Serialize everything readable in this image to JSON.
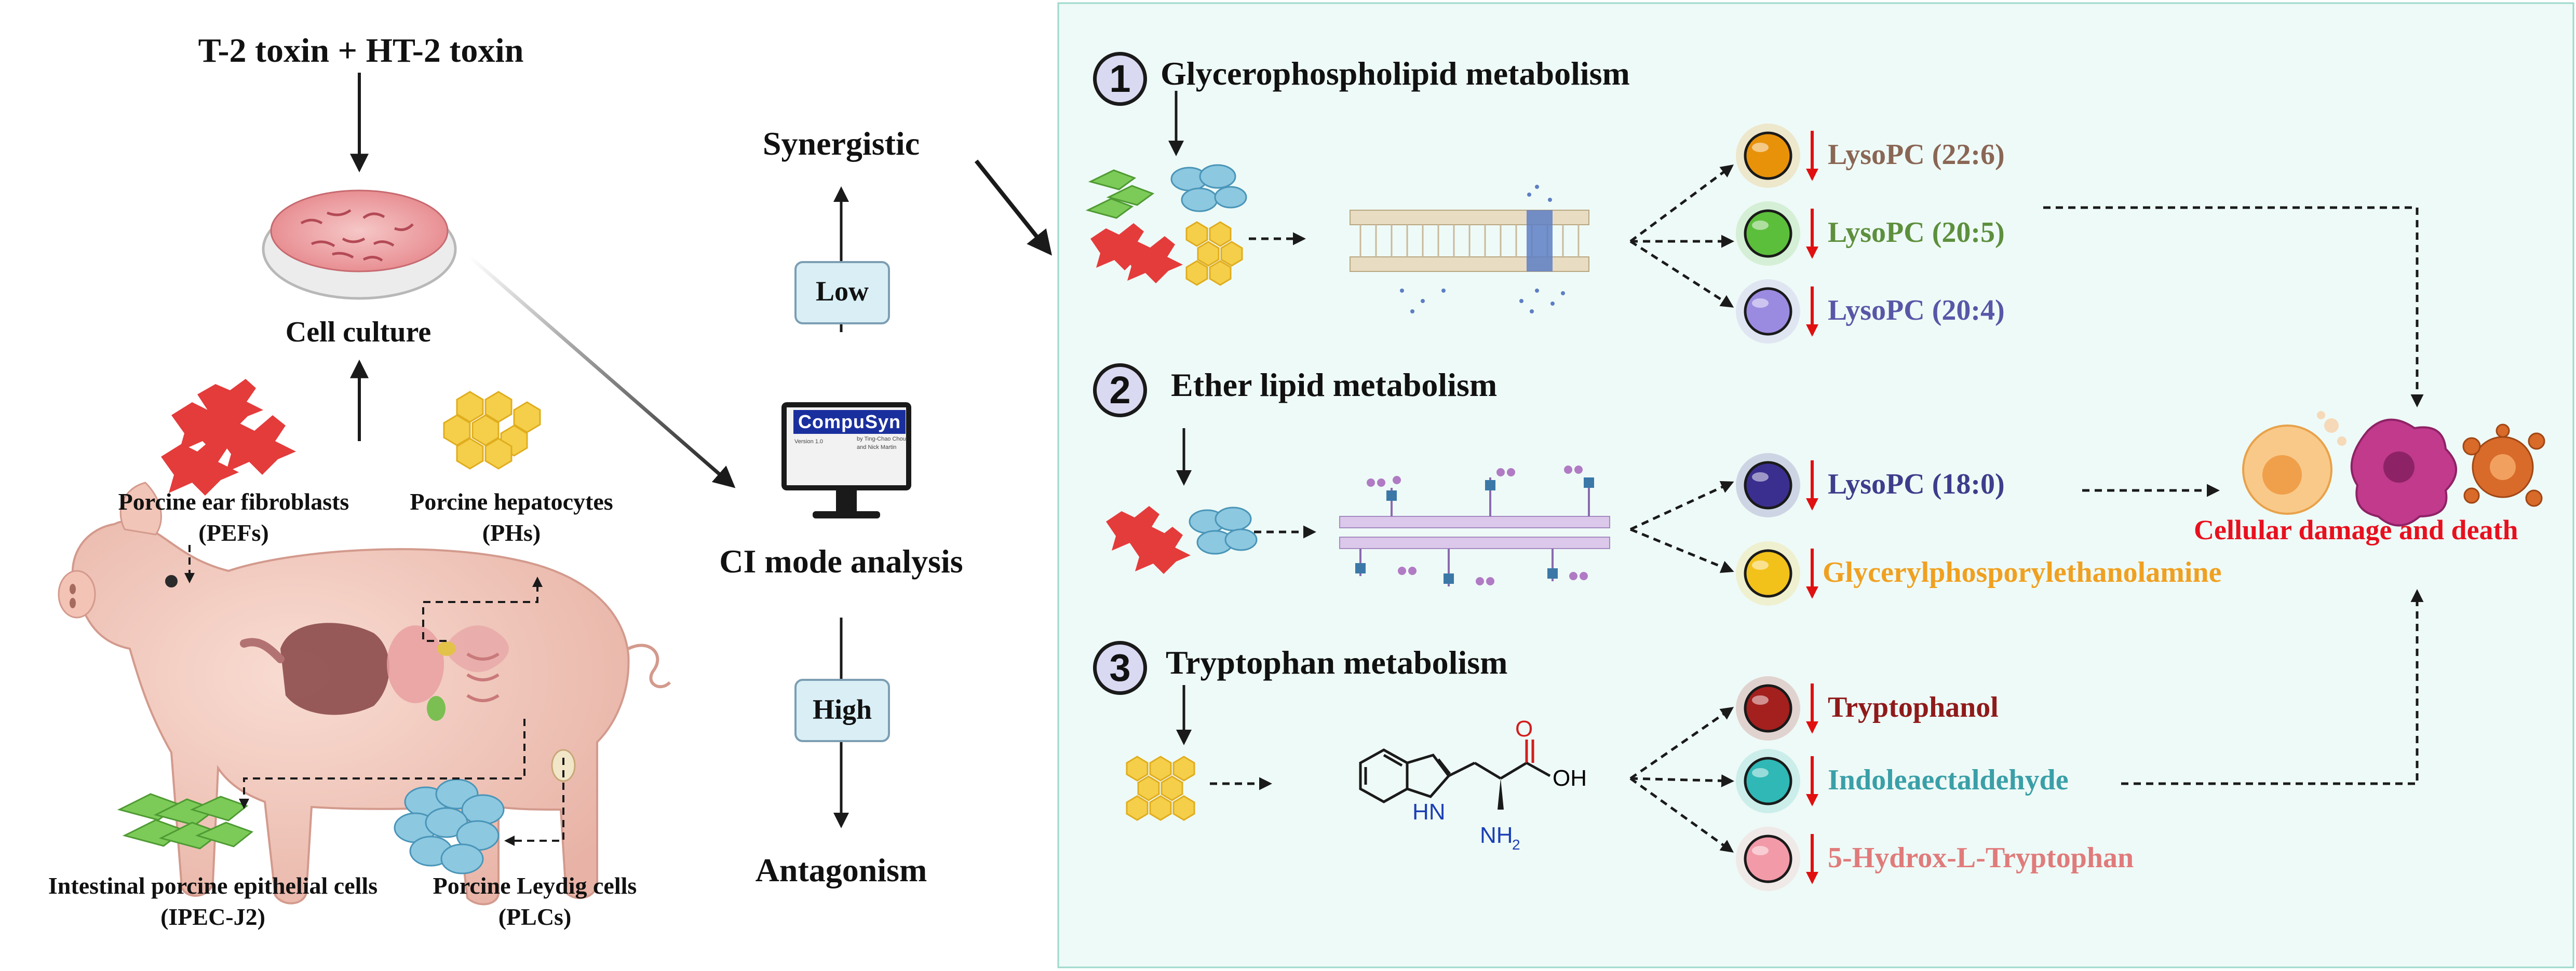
{
  "left": {
    "toxin_title": "T-2 toxin + HT-2 toxin",
    "cell_culture": "Cell culture",
    "pef_label": "Porcine ear fibroblasts",
    "pef_abbr": "(PEFs)",
    "ph_label": "Porcine hepatocytes",
    "ph_abbr": "(PHs)",
    "ipec_label": "Intestinal porcine epithelial cells",
    "ipec_abbr": "(IPEC-J2)",
    "plc_label": "Porcine Leydig cells",
    "plc_abbr": "(PLCs)"
  },
  "middle": {
    "synergistic": "Synergistic",
    "low": "Low",
    "software_name": "CompuSyn",
    "software_version": "Version 1.0",
    "software_authors_1": "by Ting-Chao Chou",
    "software_authors_2": "and Nick Martin",
    "ci_mode": "CI mode analysis",
    "high": "High",
    "antagonism": "Antagonism"
  },
  "pathways": [
    {
      "number": "1",
      "title": "Glycerophospholipid metabolism"
    },
    {
      "number": "2",
      "title": "Ether lipid metabolism"
    },
    {
      "number": "3",
      "title": "Tryptophan metabolism"
    }
  ],
  "metabolites": [
    {
      "name": "LysoPC (22:6)",
      "color": "#8a6655",
      "ball": "#e8920a"
    },
    {
      "name": "LysoPC (20:5)",
      "color": "#5d8f3d",
      "ball": "#5cbf3c"
    },
    {
      "name": "LysoPC (20:4)",
      "color": "#5757a8",
      "ball": "#9b8be0"
    },
    {
      "name": "LysoPC (18:0)",
      "color": "#3d3d8c",
      "ball": "#3a2f8f"
    },
    {
      "name": "Glycerylphosporylethanolamine",
      "color": "#f0a020",
      "ball": "#f2c21a"
    },
    {
      "name": "Tryptophanol",
      "color": "#8f1a1a",
      "ball": "#a3201e"
    },
    {
      "name": "Indoleaectaldehyde",
      "color": "#3a9fa8",
      "ball": "#2fb8b5"
    },
    {
      "name": "5-Hydrox-L-Tryptophan",
      "color": "#e07b7b",
      "ball": "#f29aa8"
    }
  ],
  "chem_labels": {
    "o": "O",
    "oh": "OH",
    "hn": "HN",
    "nh": "NH",
    "sub2": "2"
  },
  "outcome": {
    "label": "Cellular damage and death",
    "color": "#e8101e"
  },
  "colors": {
    "panel_bg": "#eefaf7",
    "panel_border": "#9dd8cc",
    "down_arrow": "#e01010"
  }
}
